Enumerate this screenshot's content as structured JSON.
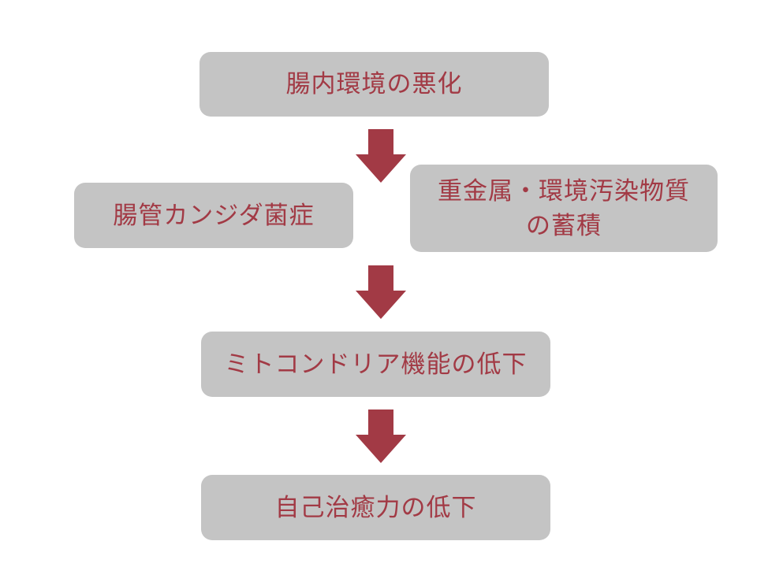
{
  "colors": {
    "node_fill": "#c4c4c4",
    "text": "#a23a45",
    "arrow": "#a23a45",
    "background": "#ffffff"
  },
  "nodes": {
    "n1": {
      "lines": [
        "腸内環境の悪化"
      ]
    },
    "n2": {
      "lines": [
        "腸管カンジダ菌症"
      ]
    },
    "n3": {
      "lines": [
        "重金属・環境汚染物質",
        "の蓄積"
      ]
    },
    "n4": {
      "lines": [
        "ミトコンドリア機能の低下"
      ]
    },
    "n5": {
      "lines": [
        "自己治癒力の低下"
      ]
    }
  },
  "arrows": [
    {
      "from": "n1",
      "to": "n2,n3",
      "icon": "down-arrow-icon"
    },
    {
      "from": "n2,n3",
      "to": "n4",
      "icon": "down-arrow-icon"
    },
    {
      "from": "n4",
      "to": "n5",
      "icon": "down-arrow-icon"
    }
  ]
}
